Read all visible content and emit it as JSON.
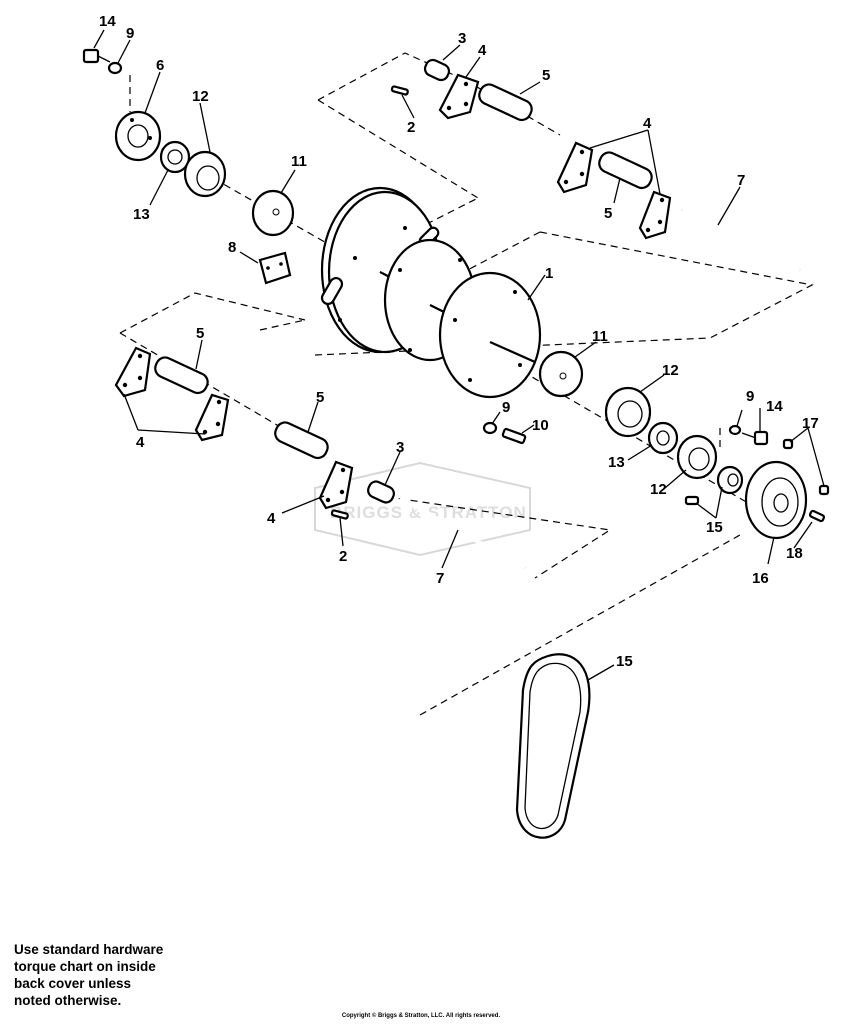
{
  "watermark": "BRIGGS & STRATTON",
  "callouts": {
    "c1": "1",
    "c2a": "2",
    "c2b": "2",
    "c3a": "3",
    "c3b": "3",
    "c4a": "4",
    "c4b": "4",
    "c4c": "4",
    "c4d": "4",
    "c5a": "5",
    "c5b": "5",
    "c5c": "5",
    "c5d": "5",
    "c6": "6",
    "c7a": "7",
    "c7b": "7",
    "c8": "8",
    "c9a": "9",
    "c9b": "9",
    "c9c": "9",
    "c10": "10",
    "c11a": "11",
    "c11b": "11",
    "c12a": "12",
    "c12b": "12",
    "c12c": "12",
    "c13a": "13",
    "c13b": "13",
    "c14a": "14",
    "c14b": "14",
    "c15a": "15",
    "c15b": "15",
    "c16": "16",
    "c17": "17",
    "c18": "18"
  },
  "note": "Use standard hardware\ntorque chart on inside\nback cover unless\nnoted otherwise.",
  "copyright": "Copyright © Briggs & Stratton, LLC. All rights reserved."
}
